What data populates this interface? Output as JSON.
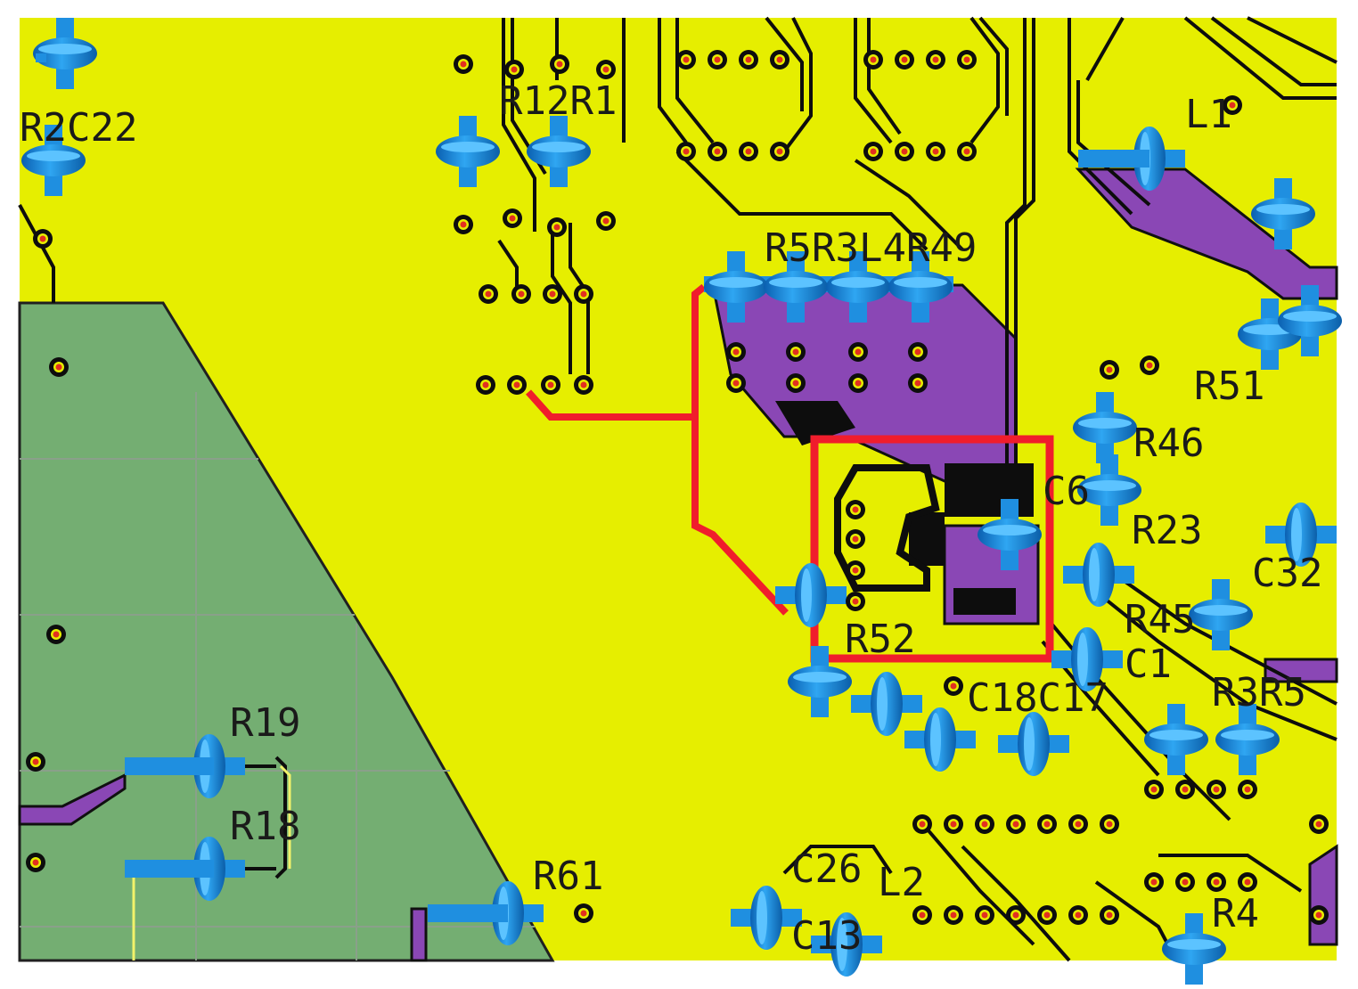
{
  "colors": {
    "board": "#e6ee00",
    "ground_plane": "#74ae72",
    "purple_copper": "#8a47b5",
    "trace": "#0d0d0d",
    "component_blue": "#1f8fe0",
    "highlight_red": "#f01d2c",
    "pad_red": "#e23020"
  },
  "labels": {
    "r22": "R2C22",
    "r12": "R12R1",
    "l1": "L1",
    "r5": "R5R3L4R49",
    "r51": "R51",
    "r46": "R46",
    "c6": "C6",
    "r23": "R23",
    "r52": "R52",
    "r45": "R45",
    "c18": "C18C17",
    "c1": "C1",
    "r3": "R3R5",
    "c32": "C32",
    "r19": "R19",
    "r18": "R18",
    "r61": "R61",
    "c26": "C26",
    "l2": "L2",
    "c13": "C13",
    "r4": "R4"
  },
  "icons": {
    "component": "resistor-capacitor-symbol",
    "pad": "via-pad"
  }
}
